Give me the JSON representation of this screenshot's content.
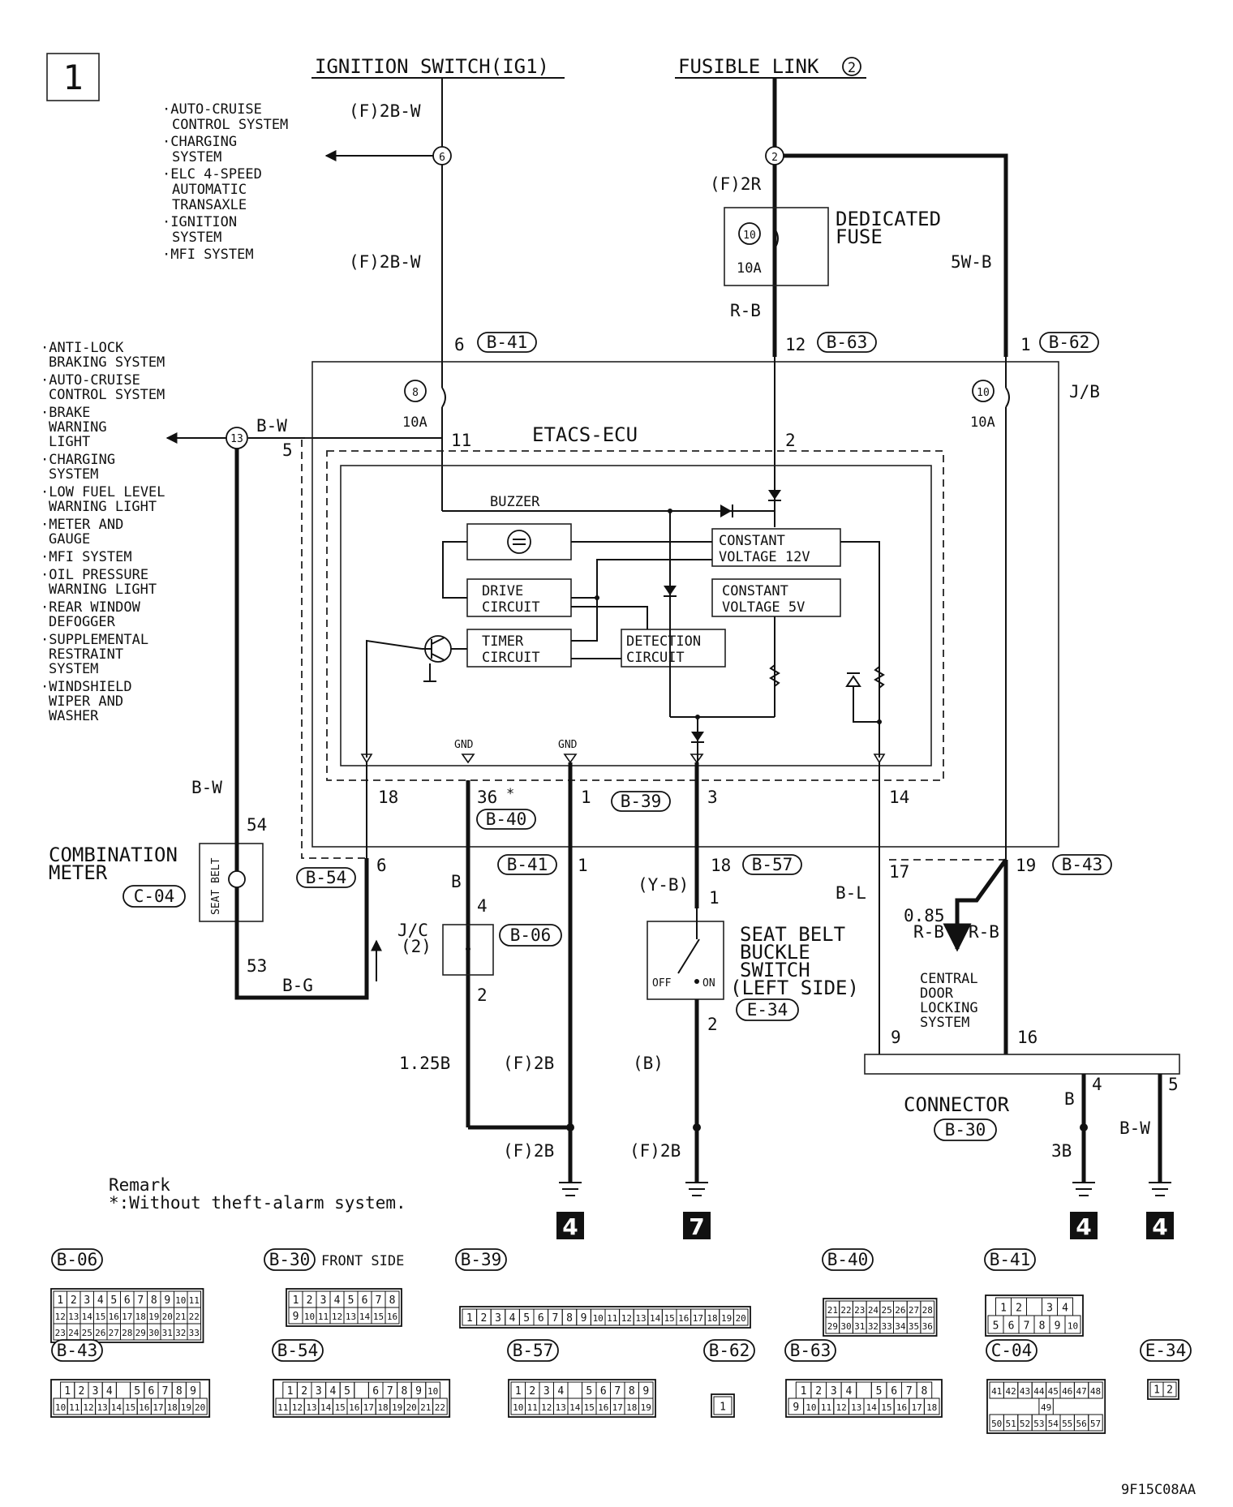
{
  "page_number": "1",
  "figure_code": "9F15C08AA",
  "sources": {
    "ignition": "IGNITION SWITCH(IG1)",
    "fusible": "FUSIBLE LINK",
    "fusible_num": "2"
  },
  "ign_systems": [
    "·AUTO-CRUISE",
    "CONTROL SYSTEM",
    "·CHARGING",
    "SYSTEM",
    "·ELC 4-SPEED",
    "AUTOMATIC",
    "TRANSAXLE",
    "·IGNITION",
    "SYSTEM",
    "·MFI SYSTEM"
  ],
  "left_systems": [
    "·ANTI-LOCK",
    "BRAKING SYSTEM",
    "·AUTO-CRUISE",
    "CONTROL SYSTEM",
    "·BRAKE",
    "WARNING",
    "LIGHT",
    "·CHARGING",
    "SYSTEM",
    "·LOW FUEL LEVEL",
    "WARNING LIGHT",
    "·METER AND",
    "GAUGE",
    "·MFI SYSTEM",
    "·OIL PRESSURE",
    "WARNING LIGHT",
    "·REAR WINDOW",
    "DEFOGGER",
    "·SUPPLEMENTAL",
    "RESTRAINT",
    "SYSTEM",
    "·WINDSHIELD",
    "WIPER AND",
    "WASHER"
  ],
  "wires": {
    "f2bw": "(F)2B-W",
    "f2r": "(F)2R",
    "rb": "R-B",
    "w5wb": "5W-B",
    "bw": "B-W",
    "b": "B",
    "bg": "B-G",
    "bl": "B-L",
    "b125": "1.25B",
    "f2b": "(F)2B",
    "yb": "(Y-B)",
    "bparen": "(B)",
    "rb085": "0.85",
    "b3": "3B"
  },
  "labels": {
    "dedicated_fuse_1": "DEDICATED",
    "dedicated_fuse_2": "FUSE",
    "fuse_10a": "10A",
    "jb": "J/B",
    "etacs": "ETACS-ECU",
    "buzzer": "BUZZER",
    "cv12_1": "CONSTANT",
    "cv12_2": "VOLTAGE 12V",
    "cv5_1": "CONSTANT",
    "cv5_2": "VOLTAGE 5V",
    "drive_1": "DRIVE",
    "drive_2": "CIRCUIT",
    "timer_1": "TIMER",
    "timer_2": "CIRCUIT",
    "detect_1": "DETECTION",
    "detect_2": "CIRCUIT",
    "gnd": "GND",
    "comb_1": "COMBINATION",
    "comb_2": "METER",
    "seat_belt": "SEAT BELT",
    "jc_1": "J/C",
    "jc_2": "(2)",
    "sb_1": "SEAT BELT",
    "sb_2": "BUCKLE",
    "sb_3": "SWITCH",
    "sb_4": "(LEFT SIDE)",
    "off": "OFF",
    "on": "ON",
    "cdl_1": "CENTRAL",
    "cdl_2": "DOOR",
    "cdl_3": "LOCKING",
    "cdl_4": "SYSTEM",
    "connector": "CONNECTOR",
    "remark": "Remark",
    "remark_note": "*:Without theft-alarm system.",
    "front_side": "FRONT SIDE"
  },
  "connectors": {
    "b41": "B-41",
    "b63": "B-63",
    "b62": "B-62",
    "b40": "B-40",
    "b39": "B-39",
    "b57": "B-57",
    "b43": "B-43",
    "b54": "B-54",
    "b06": "B-06",
    "b30": "B-30",
    "c04": "C-04",
    "e34": "E-34"
  },
  "pins": {
    "p6": "6",
    "p12": "12",
    "p1": "1",
    "p2": "2",
    "p11": "11",
    "p5": "5",
    "p18": "18",
    "p36": "36",
    "p36s": "*",
    "p3": "3",
    "p14": "14",
    "p54": "54",
    "p53": "53",
    "p4": "4",
    "p17": "17",
    "p19": "19",
    "p9": "9",
    "p16": "16",
    "fuse8": "8",
    "fuse10": "10",
    "node6": "6",
    "node2": "2",
    "node13": "13"
  },
  "grounds": [
    "4",
    "7",
    "4",
    "4"
  ],
  "conn_faces": {
    "b06": [
      [
        "1",
        "2",
        "3",
        "4",
        "5",
        "6",
        "7",
        "8",
        "9",
        "10",
        "11"
      ],
      [
        "12",
        "13",
        "14",
        "15",
        "16",
        "17",
        "18",
        "19",
        "20",
        "21",
        "22"
      ],
      [
        "23",
        "24",
        "25",
        "26",
        "27",
        "28",
        "29",
        "30",
        "31",
        "32",
        "33"
      ]
    ],
    "b30": [
      [
        "1",
        "2",
        "3",
        "4",
        "5",
        "6",
        "7",
        "8"
      ],
      [
        "9",
        "10",
        "11",
        "12",
        "13",
        "14",
        "15",
        "16"
      ]
    ],
    "b39": [
      [
        "1",
        "2",
        "3",
        "4",
        "5",
        "6",
        "7",
        "8",
        "9",
        "10",
        "11",
        "12",
        "13",
        "14",
        "15",
        "16",
        "17",
        "18",
        "19",
        "20"
      ]
    ],
    "b40": [
      [
        "21",
        "22",
        "23",
        "24",
        "25",
        "26",
        "27",
        "28"
      ],
      [
        "29",
        "30",
        "31",
        "32",
        "33",
        "34",
        "35",
        "36"
      ]
    ],
    "b41": [
      [
        "1",
        "2",
        "",
        "3",
        "4"
      ],
      [
        "5",
        "6",
        "7",
        "8",
        "9",
        "10"
      ]
    ],
    "b43": [
      [
        "1",
        "2",
        "3",
        "4",
        "",
        "5",
        "6",
        "7",
        "8",
        "9"
      ],
      [
        "10",
        "11",
        "12",
        "13",
        "14",
        "15",
        "16",
        "17",
        "18",
        "19",
        "20"
      ]
    ],
    "b54": [
      [
        "1",
        "2",
        "3",
        "4",
        "5",
        "",
        "6",
        "7",
        "8",
        "9",
        "10"
      ],
      [
        "11",
        "12",
        "13",
        "14",
        "15",
        "16",
        "17",
        "18",
        "19",
        "20",
        "21",
        "22"
      ]
    ],
    "b57": [
      [
        "1",
        "2",
        "3",
        "4",
        "",
        "5",
        "6",
        "7",
        "8",
        "9"
      ],
      [
        "10",
        "11",
        "12",
        "13",
        "14",
        "15",
        "16",
        "17",
        "18",
        "19"
      ]
    ],
    "b62": [
      [
        "1"
      ]
    ],
    "b63": [
      [
        "1",
        "2",
        "3",
        "4",
        "",
        "5",
        "6",
        "7",
        "8"
      ],
      [
        "9",
        "10",
        "11",
        "12",
        "13",
        "14",
        "15",
        "16",
        "17",
        "18"
      ]
    ],
    "c04": [
      [
        "41",
        "42",
        "43",
        "44",
        "45",
        "46",
        "47",
        "48"
      ],
      [
        "49"
      ],
      [
        "50",
        "51",
        "52",
        "53",
        "54",
        "55",
        "56",
        "57"
      ]
    ],
    "e34": [
      [
        "1",
        "2"
      ]
    ]
  }
}
